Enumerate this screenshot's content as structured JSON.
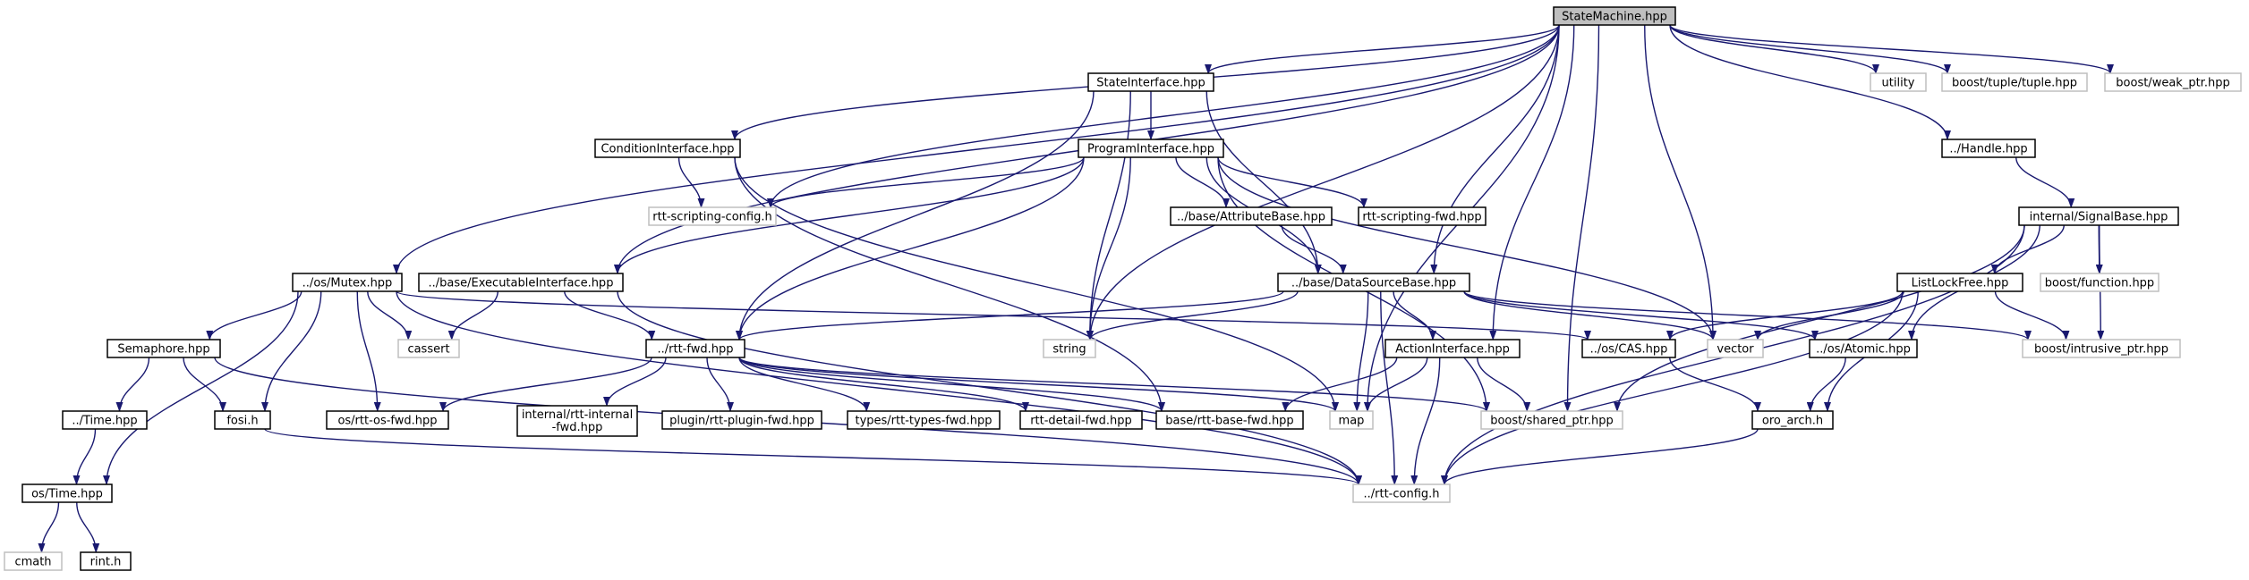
{
  "colors": {
    "edge": "#191970",
    "node_border": "#000000",
    "external_border": "#bfbfbf",
    "root_fill": "#bfbfbf",
    "node_fill": "#ffffff",
    "text": "#000000"
  },
  "nodes": [
    {
      "id": "statemachine",
      "label": "StateMachine.hpp",
      "kind": "root"
    },
    {
      "id": "stateinterface",
      "label": "StateInterface.hpp",
      "kind": "file"
    },
    {
      "id": "utility",
      "label": "utility",
      "kind": "external"
    },
    {
      "id": "tuple",
      "label": "boost/tuple/tuple.hpp",
      "kind": "external"
    },
    {
      "id": "weakptr",
      "label": "boost/weak_ptr.hpp",
      "kind": "external"
    },
    {
      "id": "condition",
      "label": "ConditionInterface.hpp",
      "kind": "file"
    },
    {
      "id": "program",
      "label": "ProgramInterface.hpp",
      "kind": "file"
    },
    {
      "id": "handle",
      "label": "../Handle.hpp",
      "kind": "file"
    },
    {
      "id": "scriptingconfig",
      "label": "rtt-scripting-config.h",
      "kind": "external"
    },
    {
      "id": "attributebase",
      "label": "../base/AttributeBase.hpp",
      "kind": "file"
    },
    {
      "id": "scriptingfwd",
      "label": "rtt-scripting-fwd.hpp",
      "kind": "file"
    },
    {
      "id": "signalbase",
      "label": "internal/SignalBase.hpp",
      "kind": "file"
    },
    {
      "id": "mutex",
      "label": "../os/Mutex.hpp",
      "kind": "file"
    },
    {
      "id": "executable",
      "label": "../base/ExecutableInterface.hpp",
      "kind": "file"
    },
    {
      "id": "datasource",
      "label": "../base/DataSourceBase.hpp",
      "kind": "file"
    },
    {
      "id": "listlockfree",
      "label": "ListLockFree.hpp",
      "kind": "file"
    },
    {
      "id": "function",
      "label": "boost/function.hpp",
      "kind": "external"
    },
    {
      "id": "semaphore",
      "label": "Semaphore.hpp",
      "kind": "file"
    },
    {
      "id": "cassert",
      "label": "cassert",
      "kind": "external"
    },
    {
      "id": "rttfwd",
      "label": "../rtt-fwd.hpp",
      "kind": "file"
    },
    {
      "id": "string",
      "label": "string",
      "kind": "external"
    },
    {
      "id": "action",
      "label": "ActionInterface.hpp",
      "kind": "file"
    },
    {
      "id": "cas",
      "label": "../os/CAS.hpp",
      "kind": "file"
    },
    {
      "id": "vector",
      "label": "vector",
      "kind": "external"
    },
    {
      "id": "atomic",
      "label": "../os/Atomic.hpp",
      "kind": "file"
    },
    {
      "id": "intrusive",
      "label": "boost/intrusive_ptr.hpp",
      "kind": "external"
    },
    {
      "id": "time",
      "label": "../Time.hpp",
      "kind": "file"
    },
    {
      "id": "fosi",
      "label": "fosi.h",
      "kind": "file"
    },
    {
      "id": "osfwd",
      "label": "os/rtt-os-fwd.hpp",
      "kind": "file"
    },
    {
      "id": "internalfwd",
      "label": "internal/rtt-internal\n-fwd.hpp",
      "kind": "file"
    },
    {
      "id": "pluginfwd",
      "label": "plugin/rtt-plugin-fwd.hpp",
      "kind": "file"
    },
    {
      "id": "typesfwd",
      "label": "types/rtt-types-fwd.hpp",
      "kind": "file"
    },
    {
      "id": "detailfwd",
      "label": "rtt-detail-fwd.hpp",
      "kind": "file"
    },
    {
      "id": "basefwd",
      "label": "base/rtt-base-fwd.hpp",
      "kind": "file"
    },
    {
      "id": "map",
      "label": "map",
      "kind": "external"
    },
    {
      "id": "sharedptr",
      "label": "boost/shared_ptr.hpp",
      "kind": "external"
    },
    {
      "id": "oroarch",
      "label": "oro_arch.h",
      "kind": "file"
    },
    {
      "id": "ostime",
      "label": "os/Time.hpp",
      "kind": "file"
    },
    {
      "id": "rttconfig",
      "label": "../rtt-config.h",
      "kind": "external"
    },
    {
      "id": "cmath",
      "label": "cmath",
      "kind": "external"
    },
    {
      "id": "rinth",
      "label": "rint.h",
      "kind": "file"
    }
  ],
  "edges": [
    [
      "statemachine",
      "stateinterface"
    ],
    [
      "statemachine",
      "utility"
    ],
    [
      "statemachine",
      "tuple"
    ],
    [
      "statemachine",
      "weakptr"
    ],
    [
      "statemachine",
      "condition"
    ],
    [
      "statemachine",
      "handle"
    ],
    [
      "statemachine",
      "scriptingconfig"
    ],
    [
      "statemachine",
      "mutex"
    ],
    [
      "statemachine",
      "executable"
    ],
    [
      "statemachine",
      "datasource"
    ],
    [
      "statemachine",
      "string"
    ],
    [
      "statemachine",
      "action"
    ],
    [
      "statemachine",
      "vector"
    ],
    [
      "statemachine",
      "map"
    ],
    [
      "statemachine",
      "sharedptr"
    ],
    [
      "stateinterface",
      "program"
    ],
    [
      "stateinterface",
      "string"
    ],
    [
      "stateinterface",
      "rttfwd"
    ],
    [
      "stateinterface",
      "datasource"
    ],
    [
      "condition",
      "scriptingconfig"
    ],
    [
      "condition",
      "basefwd"
    ],
    [
      "condition",
      "map"
    ],
    [
      "program",
      "scriptingconfig"
    ],
    [
      "program",
      "attributebase"
    ],
    [
      "program",
      "scriptingfwd"
    ],
    [
      "program",
      "executable"
    ],
    [
      "program",
      "datasource"
    ],
    [
      "program",
      "string"
    ],
    [
      "program",
      "rttfwd"
    ],
    [
      "program",
      "vector"
    ],
    [
      "program",
      "sharedptr"
    ],
    [
      "handle",
      "signalbase"
    ],
    [
      "attributebase",
      "datasource"
    ],
    [
      "signalbase",
      "listlockfree"
    ],
    [
      "signalbase",
      "function"
    ],
    [
      "signalbase",
      "intrusive"
    ],
    [
      "signalbase",
      "atomic"
    ],
    [
      "signalbase",
      "sharedptr"
    ],
    [
      "signalbase",
      "rttconfig"
    ],
    [
      "mutex",
      "semaphore"
    ],
    [
      "mutex",
      "cassert"
    ],
    [
      "mutex",
      "fosi"
    ],
    [
      "mutex",
      "osfwd"
    ],
    [
      "mutex",
      "cas"
    ],
    [
      "mutex",
      "ostime"
    ],
    [
      "mutex",
      "rttconfig"
    ],
    [
      "executable",
      "cassert"
    ],
    [
      "executable",
      "rttfwd"
    ],
    [
      "executable",
      "rttconfig"
    ],
    [
      "datasource",
      "rttfwd"
    ],
    [
      "datasource",
      "string"
    ],
    [
      "datasource",
      "action"
    ],
    [
      "datasource",
      "vector"
    ],
    [
      "datasource",
      "atomic"
    ],
    [
      "datasource",
      "intrusive"
    ],
    [
      "datasource",
      "map"
    ],
    [
      "datasource",
      "rttconfig"
    ],
    [
      "listlockfree",
      "cas"
    ],
    [
      "listlockfree",
      "vector"
    ],
    [
      "listlockfree",
      "intrusive"
    ],
    [
      "listlockfree",
      "oroarch"
    ],
    [
      "listlockfree",
      "rttconfig"
    ],
    [
      "semaphore",
      "time"
    ],
    [
      "semaphore",
      "fosi"
    ],
    [
      "semaphore",
      "rttconfig"
    ],
    [
      "rttfwd",
      "osfwd"
    ],
    [
      "rttfwd",
      "internalfwd"
    ],
    [
      "rttfwd",
      "pluginfwd"
    ],
    [
      "rttfwd",
      "typesfwd"
    ],
    [
      "rttfwd",
      "detailfwd"
    ],
    [
      "rttfwd",
      "basefwd"
    ],
    [
      "rttfwd",
      "map"
    ],
    [
      "rttfwd",
      "sharedptr"
    ],
    [
      "action",
      "basefwd"
    ],
    [
      "action",
      "map"
    ],
    [
      "action",
      "sharedptr"
    ],
    [
      "action",
      "rttconfig"
    ],
    [
      "cas",
      "oroarch"
    ],
    [
      "atomic",
      "oroarch"
    ],
    [
      "time",
      "ostime"
    ],
    [
      "fosi",
      "rttconfig"
    ],
    [
      "oroarch",
      "rttconfig"
    ],
    [
      "ostime",
      "cmath"
    ],
    [
      "ostime",
      "rinth"
    ]
  ]
}
